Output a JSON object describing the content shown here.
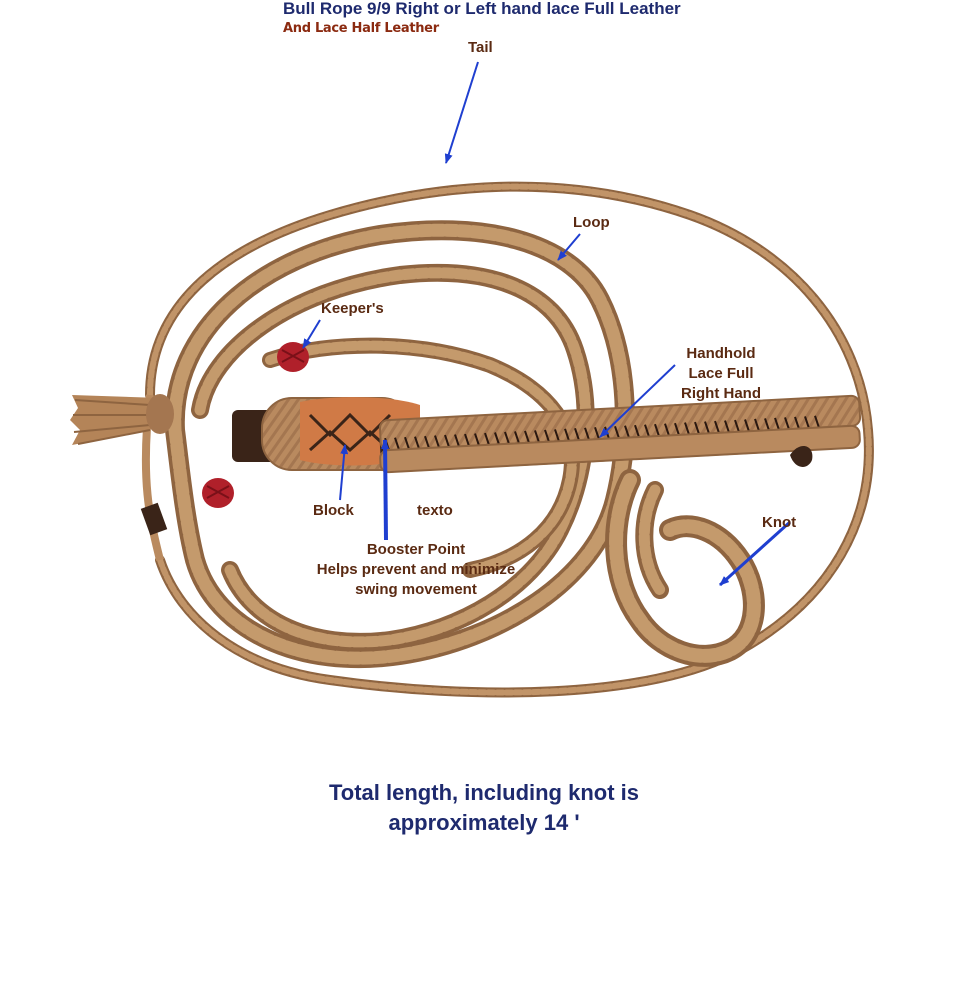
{
  "title": "Bull Rope 9/9 Right or Left hand lace Full Leather",
  "subtitle": "And Lace  Half Leather",
  "labels": {
    "tail": "Tail",
    "loop": "Loop",
    "keepers": "Keeper's",
    "handhold": [
      "Handhold",
      "Lace Full",
      "Right Hand"
    ],
    "block": "Block",
    "texto": "texto",
    "booster": [
      "Booster Point",
      "Helps prevent and minimize",
      "swing movement"
    ],
    "knot": "Knot"
  },
  "total_length": [
    "Total length, including knot is",
    "approximately 14 '"
  ],
  "colors": {
    "rope": "#b98a5f",
    "rope_dark": "#8e6440",
    "leather": "#3a2418",
    "lace": "#d07a46",
    "keeper_red": "#b0202a",
    "arrow_blue": "#1f3fd0",
    "label_brown": "#5a2a12",
    "title_navy": "#1e2a6e"
  }
}
